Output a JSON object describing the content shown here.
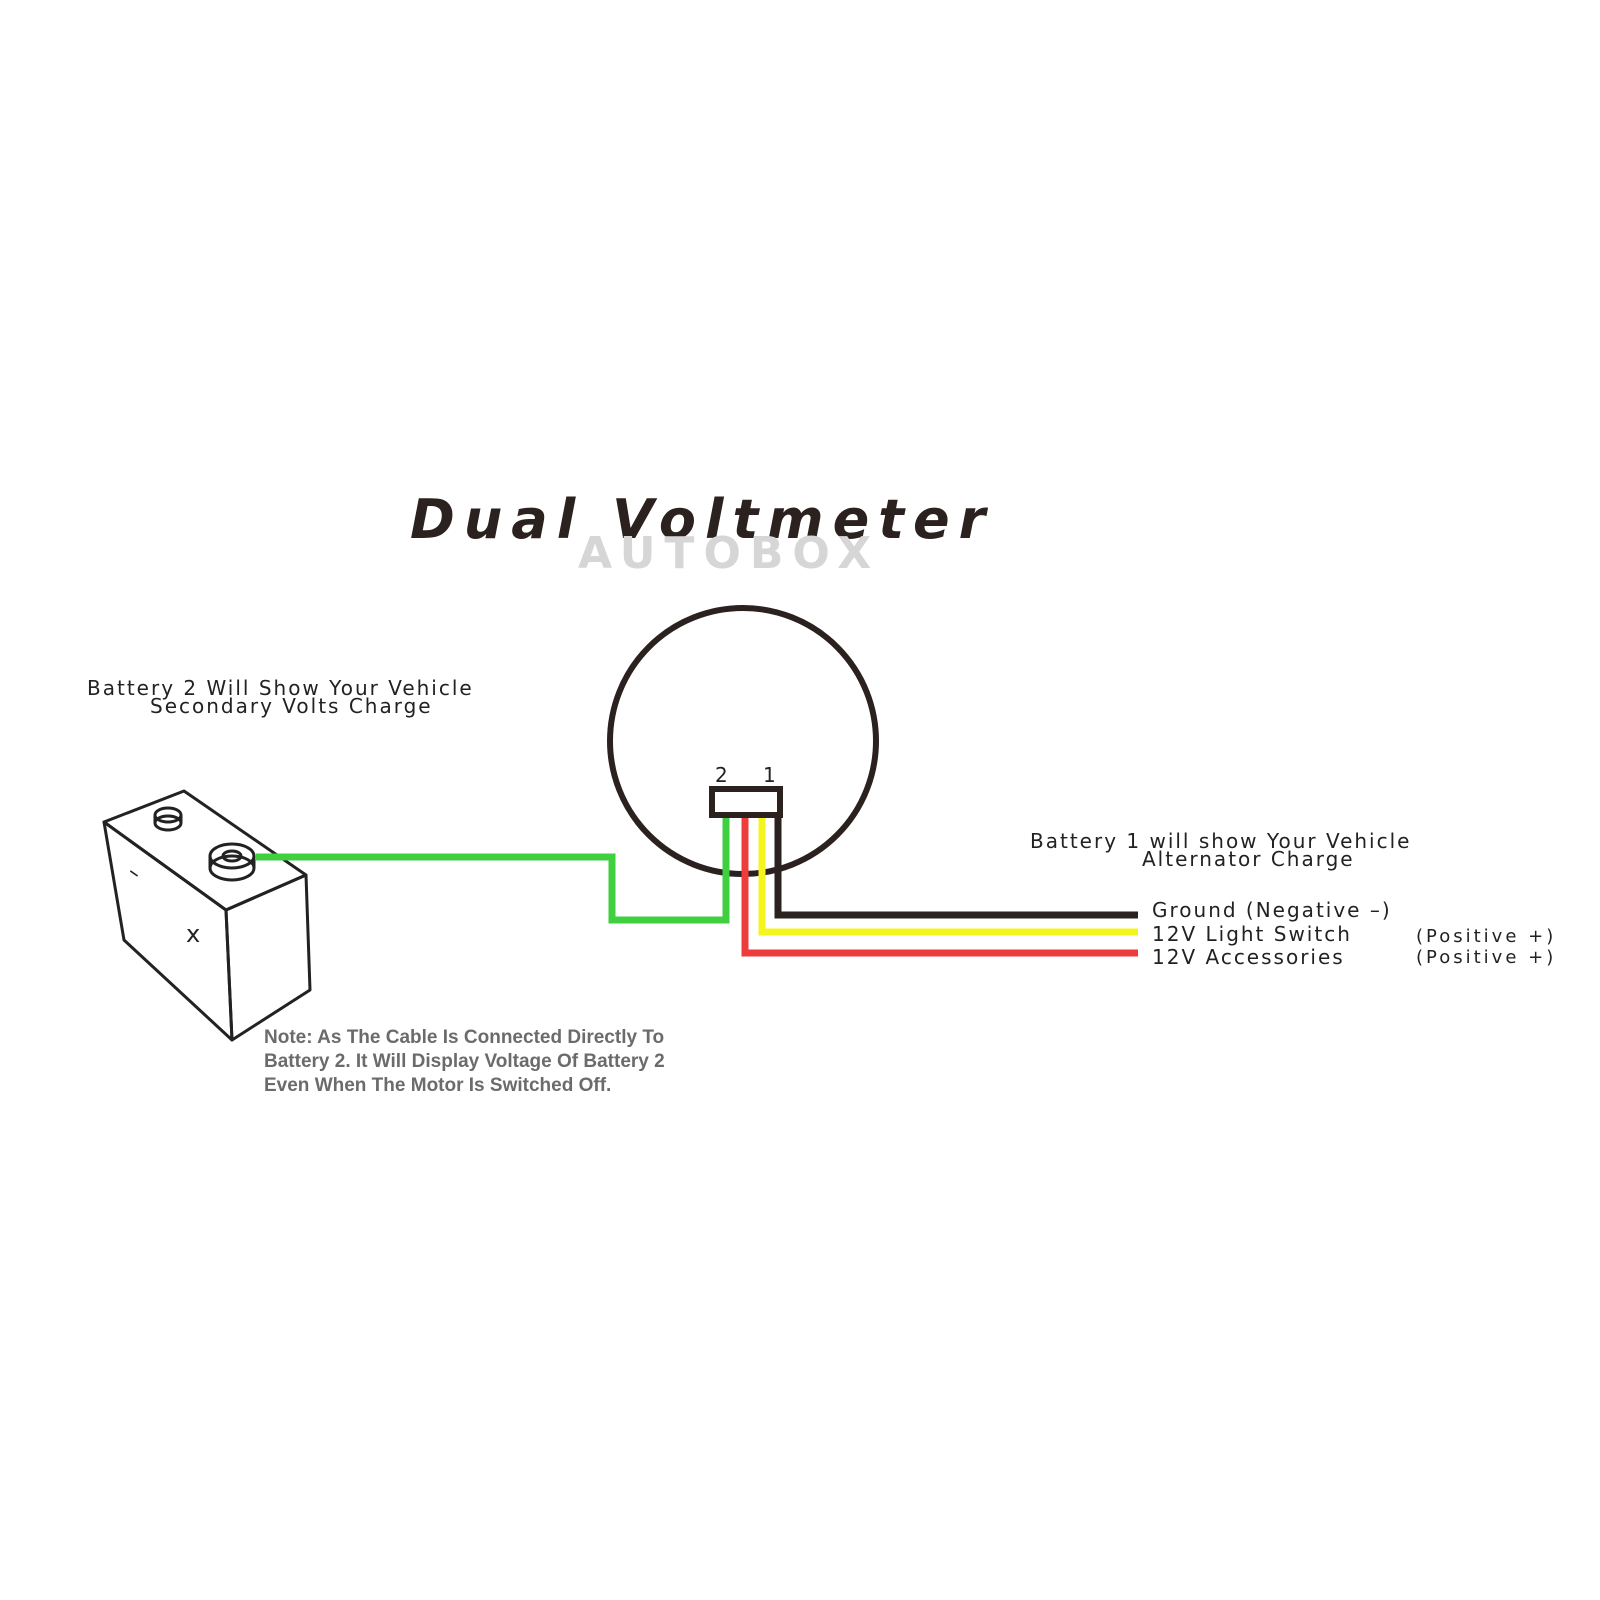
{
  "title": "Dual Voltmeter",
  "watermark": "AUTOBOX",
  "battery2": {
    "line1": "Battery 2 Will Show Your Vehicle",
    "line2": "Secondary Volts Charge",
    "minus_mark": "–",
    "plus_mark": "x"
  },
  "battery1": {
    "line1": "Battery 1 will  show Your  Vehicle",
    "line2": "Alternator Charge"
  },
  "connector": {
    "pin2": "2",
    "pin1": "1"
  },
  "wires": {
    "ground": {
      "label": "Ground (Negative –)",
      "color": "#2b2220"
    },
    "light": {
      "label": "12V Light  Switch",
      "polarity": "(Positive +)",
      "color": "#f5f51e"
    },
    "accessories": {
      "label": "12V Accessories",
      "polarity": "(Positive +)",
      "color": "#ee3b3b"
    },
    "battery2": {
      "color": "#3fcf3f"
    }
  },
  "note": {
    "line1": "Note: As The Cable Is Connected Directly To",
    "line2": "Battery 2. It Will Display Voltage Of Battery 2",
    "line3": "Even When The Motor Is Switched Off."
  }
}
